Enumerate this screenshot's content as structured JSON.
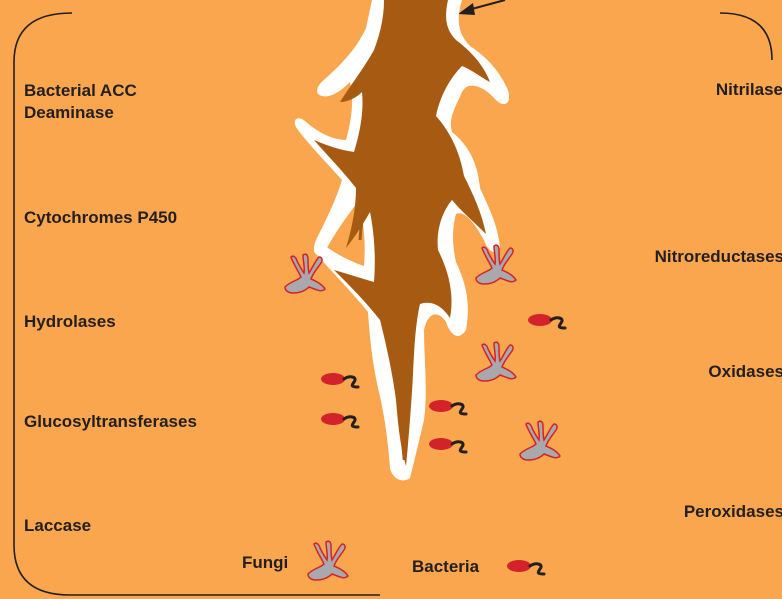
{
  "labels": {
    "left": [
      "Bacterial ACC\nDeaminase",
      "Cytochromes P450",
      "Hydrolases",
      "Glucosyltransferases",
      "Laccase"
    ],
    "right": [
      "Nitrilase",
      "Nitroreductases",
      "Oxidases",
      "Peroxidases"
    ]
  },
  "legend": {
    "fungi": "Fungi",
    "bacteria": "Bacteria"
  },
  "colors": {
    "background": "#f9a64e",
    "root": "#a65a12",
    "rhizosheath": "#ffffff",
    "bracket": "#231f20",
    "fungus_fill": "#a9a9ad",
    "fungus_outline": "#d2232a",
    "bacteria_body": "#d2232a",
    "bacteria_flagellum": "#231f20",
    "text": "#231f20"
  },
  "icons": {
    "fungus": "fungus-icon",
    "bacterium": "bacterium-icon",
    "arrow": "arrow-icon"
  }
}
